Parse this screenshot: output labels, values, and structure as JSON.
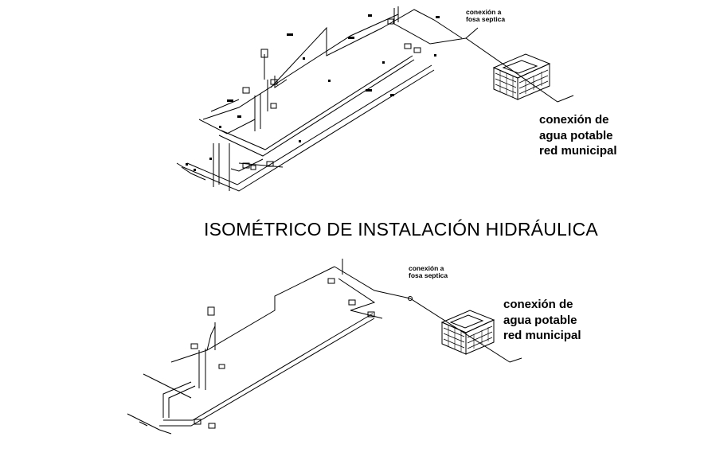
{
  "title": "ISOMÉTRICO DE INSTALACIÓN HIDRÁULICA",
  "top_diagram": {
    "septic_label": "conexión a\nfosa septica",
    "water_label": "conexión de\nagua potable\nred municipal"
  },
  "bottom_diagram": {
    "septic_label": "conexión a\nfosa septica",
    "water_label": "conexión de\nagua potable\nred municipal"
  },
  "colors": {
    "line": "#000000",
    "background": "#ffffff"
  }
}
